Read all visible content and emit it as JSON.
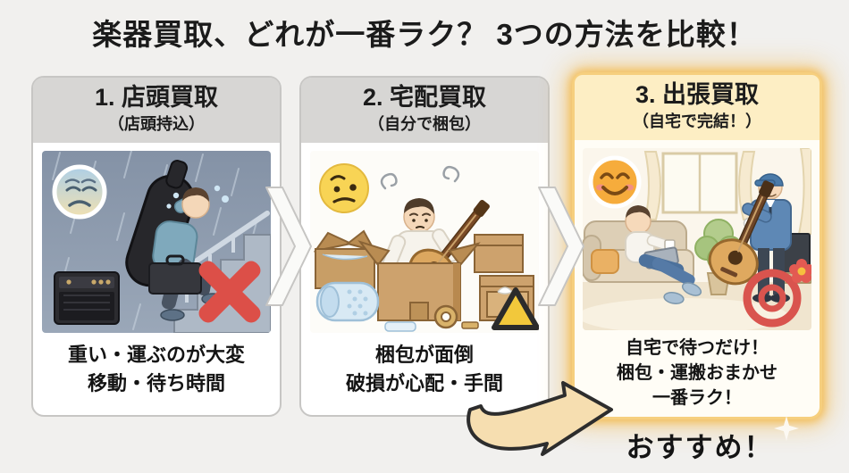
{
  "page": {
    "title": "楽器買取、どれが一番ラク？ 3つの方法を比較！",
    "recommend_label": "おすすめ！",
    "colors": {
      "background": "#f1f0ee",
      "panel_header_gray": "#d7d6d4",
      "highlight_header_yellow": "#fdeec4",
      "highlight_glow_orange": "#f3b94a",
      "negative_red": "#dc4f48",
      "warning_yellow": "#f2c83b",
      "positive_mark_red": "#d9544e"
    }
  },
  "panels": [
    {
      "title": "1. 店頭買取",
      "subtitle": "（店頭持込）",
      "caption_lines": [
        "重い・運ぶのが大変",
        "移動・待ち時間"
      ],
      "mood_icon": "sad-face",
      "status_icon": "red-cross",
      "highlight": false,
      "illustration_alt": "雨の中、ギターケースとアンプを抱えて階段を上る男性"
    },
    {
      "title": "2. 宅配買取",
      "subtitle": "（自分で梱包）",
      "caption_lines": [
        "梱包が面倒",
        "破損が心配・手間"
      ],
      "mood_icon": "worried-face",
      "status_icon": "warning-triangle",
      "highlight": false,
      "illustration_alt": "段ボールに囲まれてギターを自分で梱包する男性"
    },
    {
      "title": "3. 出張買取",
      "subtitle": "（自宅で完結！）",
      "caption_lines": [
        "自宅で待つだけ！",
        "梱包・運搬おまかせ",
        "一番ラク！"
      ],
      "mood_icon": "happy-face",
      "status_icon": "double-circle",
      "highlight": true,
      "illustration_alt": "自宅でくつろぐ男性と、ギターを受け取る買取スタッフ"
    }
  ]
}
